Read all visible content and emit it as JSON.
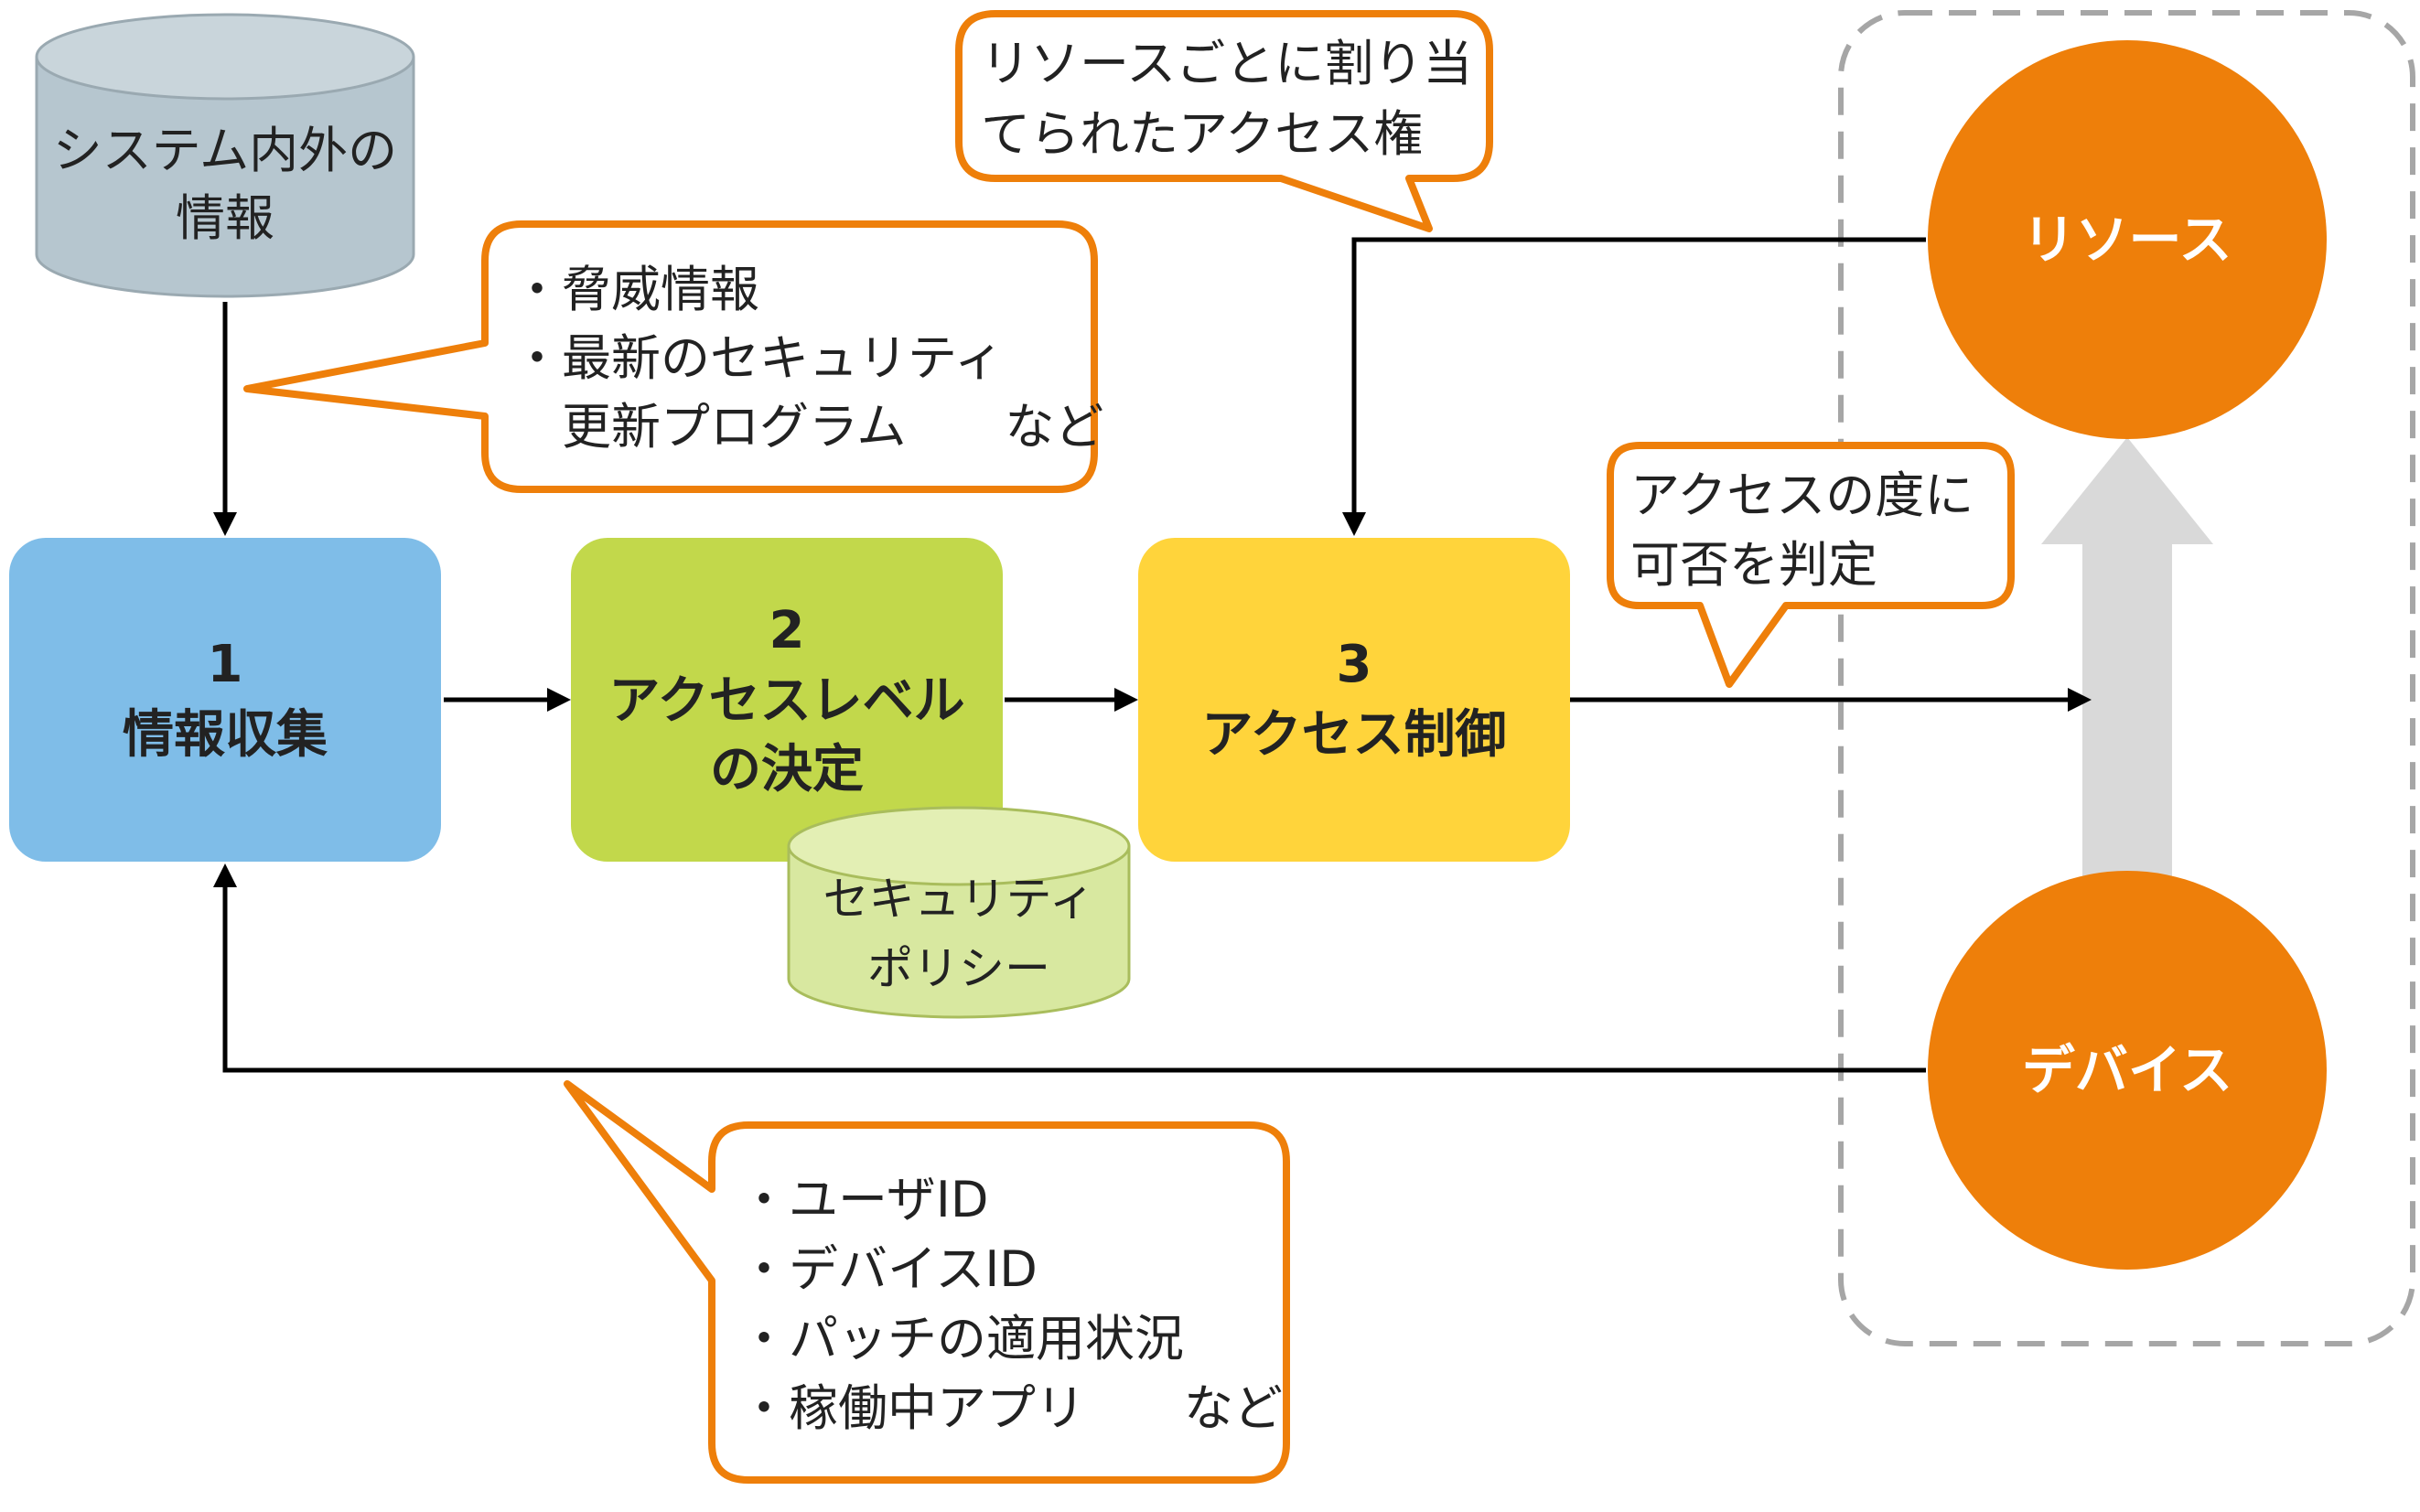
{
  "colors": {
    "stage1": "#7fbde8",
    "stage2": "#c2d84b",
    "stage3": "#ffd43b",
    "circle": "#ee7f0a",
    "callout_border": "#ee7f0a",
    "db_info": "#b6c6cf",
    "db_policy": "#d8e8a0",
    "up_arrow": "#d9d9d9",
    "dashed_frame": "#a6a6a6"
  },
  "databases": {
    "info_source": {
      "lines": [
        "システム内外の",
        "情報"
      ]
    },
    "policy": {
      "lines": [
        "セキュリティ",
        "ポリシー"
      ]
    }
  },
  "stages": [
    {
      "number": "1",
      "lines": [
        "情報収集"
      ]
    },
    {
      "number": "2",
      "lines": [
        "アクセスレベル",
        "の決定"
      ]
    },
    {
      "number": "3",
      "lines": [
        "アクセス制御"
      ]
    }
  ],
  "entities": {
    "resource": "リソース",
    "device": "デバイス"
  },
  "callouts": {
    "threat_info": {
      "lines": [
        "・脅威情報",
        "・最新のセキュリティ",
        "　更新プログラム　　など"
      ]
    },
    "resource_rights": {
      "lines": [
        "リソースごとに割り当",
        "てられたアクセス権"
      ]
    },
    "per_access": {
      "lines": [
        "アクセスの度に",
        "可否を判定"
      ]
    },
    "device_info": {
      "lines": [
        "・ユーザID",
        "・デバイスID",
        "・パッチの適用状況",
        "・稼働中アプリ　　など"
      ]
    }
  }
}
